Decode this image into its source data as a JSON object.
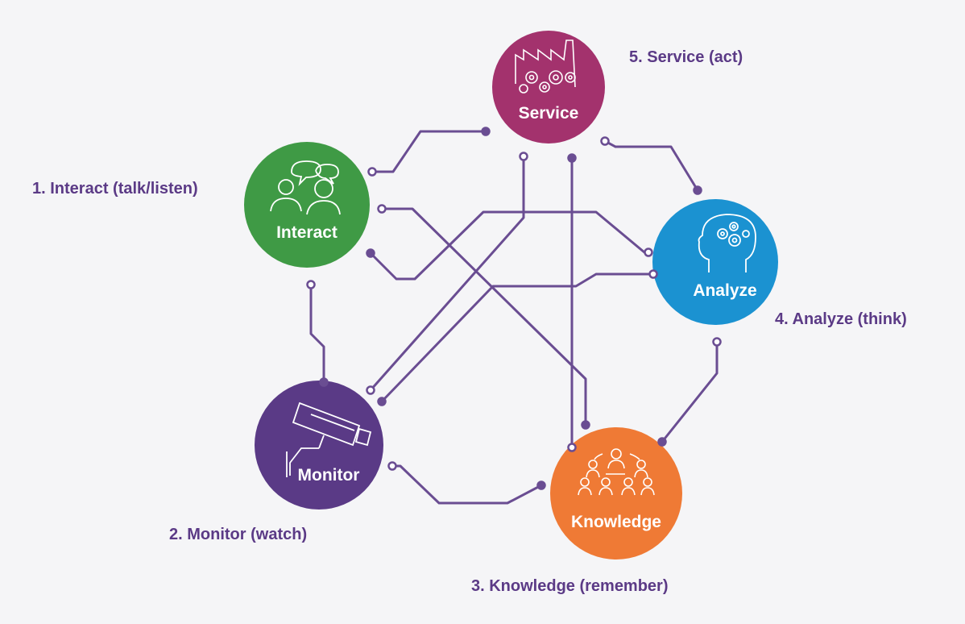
{
  "colors": {
    "line": "#6a4d92",
    "caption": "#5b3a86",
    "background": "#f5f5f7"
  },
  "nodes": [
    {
      "id": "service",
      "label": "Service",
      "caption": "5. Service (act)",
      "color": "#a3326d",
      "icon": "factory-gears-icon"
    },
    {
      "id": "interact",
      "label": "Interact",
      "caption": "1. Interact (talk/listen)",
      "color": "#3f9a45",
      "icon": "people-talking-icon"
    },
    {
      "id": "analyze",
      "label": "Analyze",
      "caption": "4. Analyze (think)",
      "color": "#1b92d1",
      "icon": "head-gears-icon"
    },
    {
      "id": "monitor",
      "label": "Monitor",
      "caption": "2. Monitor (watch)",
      "color": "#5a3a86",
      "icon": "camera-icon"
    },
    {
      "id": "knowledge",
      "label": "Knowledge",
      "caption": "3. Knowledge (remember)",
      "color": "#ef7a35",
      "icon": "network-people-icon"
    }
  ]
}
